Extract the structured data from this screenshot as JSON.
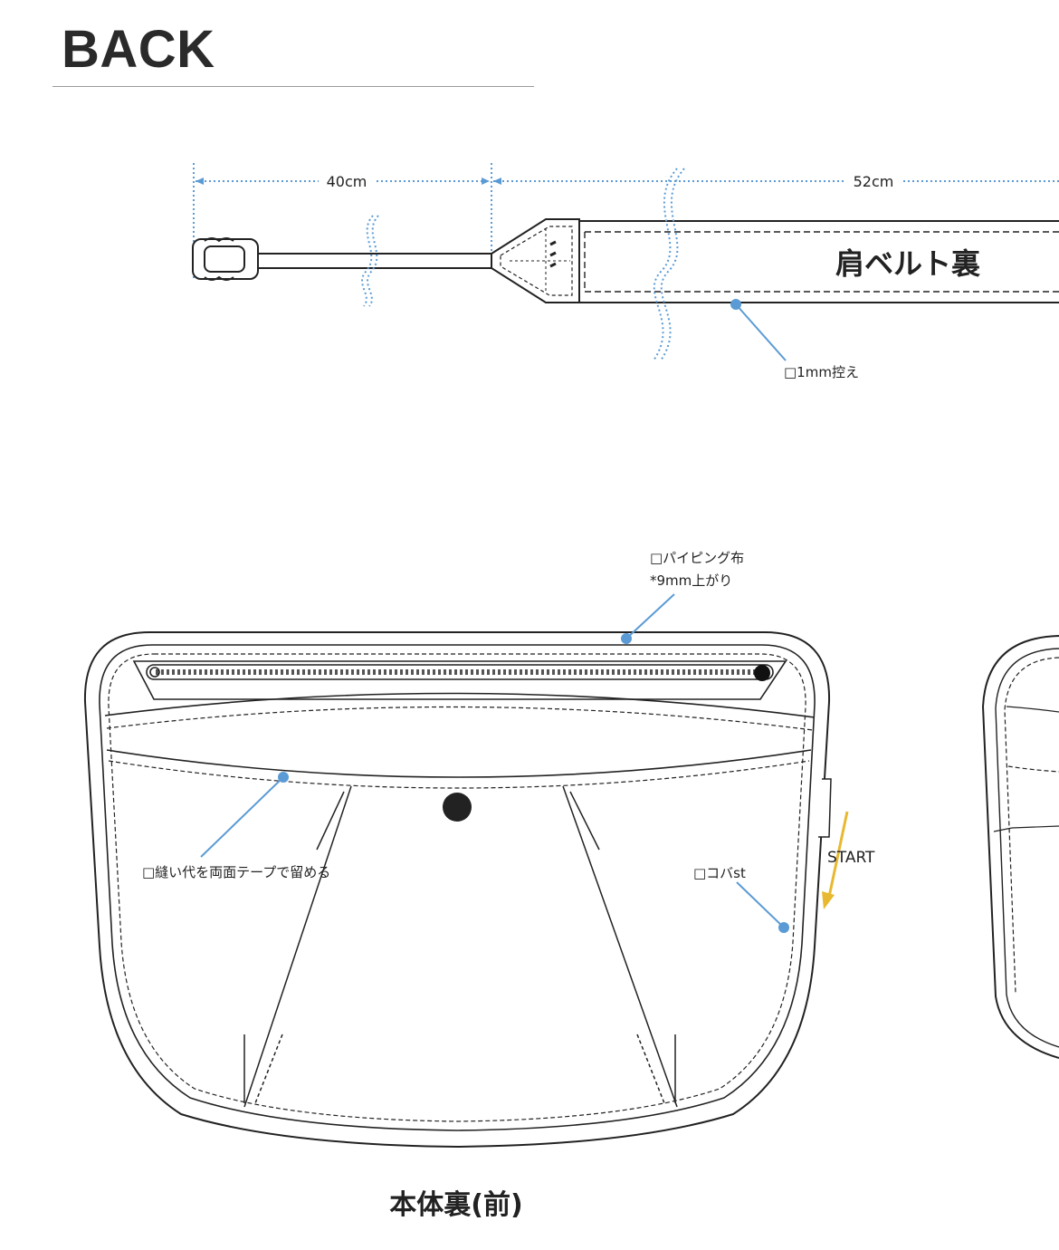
{
  "header": {
    "title": "BACK"
  },
  "strap": {
    "dim_left": "40cm",
    "dim_right": "52cm",
    "belt_label": "肩ベルト裏",
    "note": "□1mm控え"
  },
  "body": {
    "piping_note": "□パイピング布",
    "piping_sub": "*9mm上がり",
    "seam_note": "□縫い代を両面テープで留める",
    "edge_stitch_note": "□コバst",
    "start_label": "START",
    "caption": "本体裏(前)"
  },
  "colors": {
    "line": "#222222",
    "dimension": "#5b9bd5",
    "callout": "#5b9bd5",
    "arrow": "#e8b830"
  }
}
